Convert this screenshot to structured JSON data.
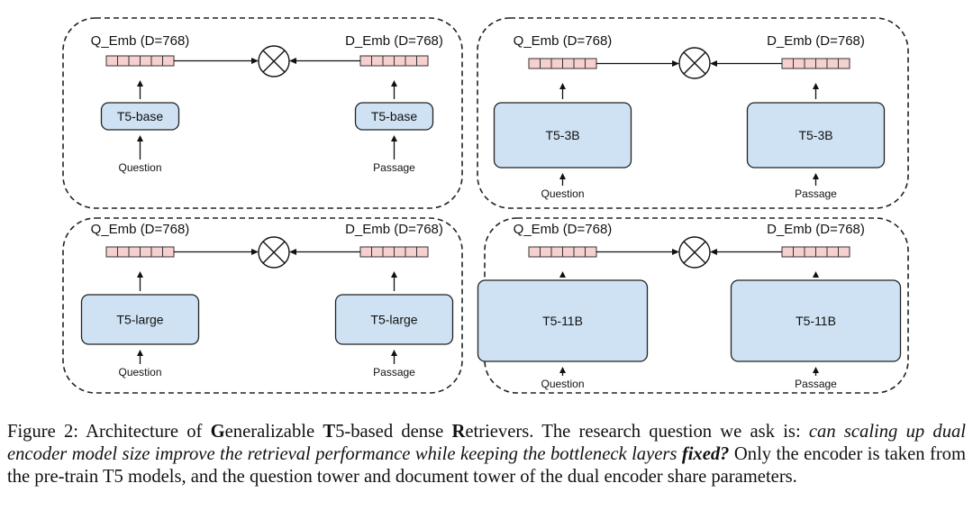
{
  "panels": [
    {
      "id": "base",
      "q_emb": "Q_Emb (D=768)",
      "d_emb": "D_Emb (D=768)",
      "q_encoder": "T5-base",
      "d_encoder": "T5-base",
      "q_input": "Question",
      "d_input": "Passage"
    },
    {
      "id": "3b",
      "q_emb": "Q_Emb (D=768)",
      "d_emb": "D_Emb (D=768)",
      "q_encoder": "T5-3B",
      "d_encoder": "T5-3B",
      "q_input": "Question",
      "d_input": "Passage"
    },
    {
      "id": "large",
      "q_emb": "Q_Emb (D=768)",
      "d_emb": "D_Emb (D=768)",
      "q_encoder": "T5-large",
      "d_encoder": "T5-large",
      "q_input": "Question",
      "d_input": "Passage"
    },
    {
      "id": "11b",
      "q_emb": "Q_Emb (D=768)",
      "d_emb": "D_Emb (D=768)",
      "q_encoder": "T5-11B",
      "d_encoder": "T5-11B",
      "q_input": "Question",
      "d_input": "Passage"
    }
  ],
  "caption": {
    "prefix": "Figure 2: Architecture of ",
    "g_init": "G",
    "g_rest": "eneralizable ",
    "t_init": "T",
    "t_rest": "5-based dense ",
    "r_init": "R",
    "r_rest": "etrievers. The research question we ask is: ",
    "italic": "can scaling up dual encoder model size improve the retrieval performance while keeping the bottleneck layers ",
    "bold_italic": "fixed?",
    "suffix": " Only the encoder is taken from the pre-train T5 models, and the question tower and document tower of the dual encoder share parameters."
  }
}
